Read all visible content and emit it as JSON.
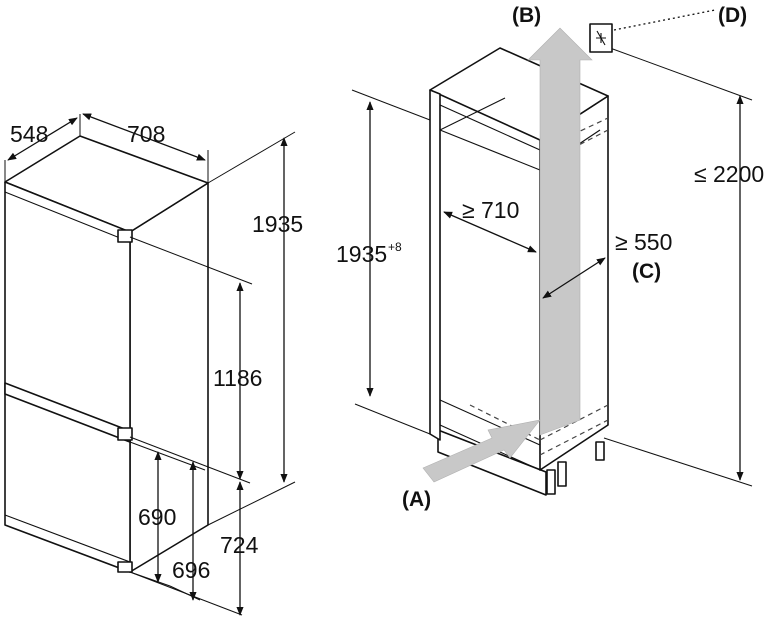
{
  "appliance": {
    "depth_label": "548",
    "width_label": "708",
    "height_label": "1935",
    "fridge_height_label": "1186",
    "freezer_height_label": "724",
    "freezer_door_label": "690",
    "freezer_door2_label": "696"
  },
  "niche": {
    "height_label": "1935",
    "height_tolerance": "+8",
    "width_label": "≥ 710",
    "depth_label": "≥ 550",
    "max_height_label": "≤ 2200"
  },
  "callouts": {
    "a": "(A)",
    "b": "(B)",
    "c": "(C)",
    "d": "(D)"
  },
  "colors": {
    "airflow_arrow": "#c8c8c8",
    "line": "#111111"
  },
  "icons": {
    "socket": "power-socket-icon"
  }
}
